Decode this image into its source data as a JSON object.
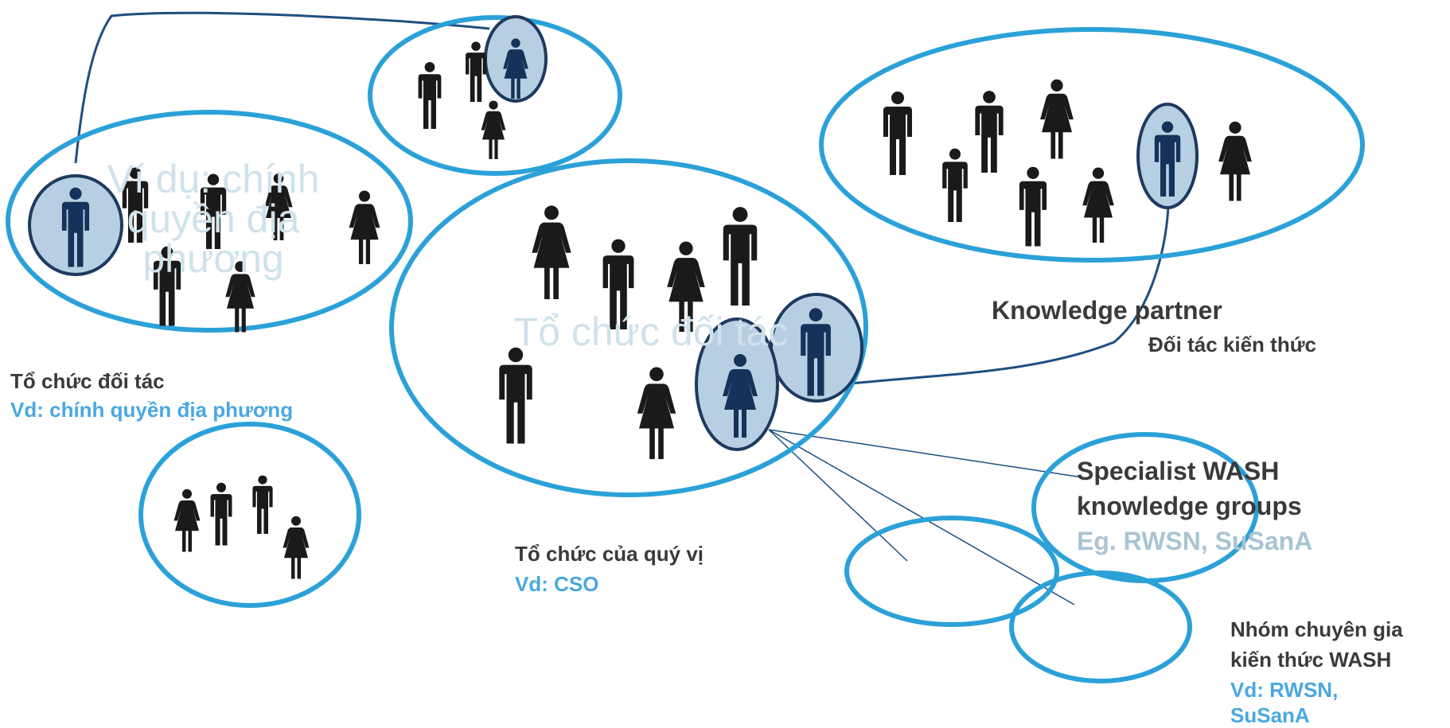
{
  "colors": {
    "ellipse_stroke": "#2ba1d8",
    "highlight_fill": "#b7cfe2",
    "highlight_stroke": "#1e3a5f",
    "connector": "#1e4f80",
    "figure": "#1a1a1a",
    "label_dark": "#3a3a3a",
    "label_blue": "#4aa8e0",
    "label_pale": "#a9c4d4",
    "watermark": "#cfe2ec"
  },
  "icons": {
    "person": "person-icon",
    "male": "man-icon",
    "female": "woman-icon"
  },
  "watermarks": {
    "local_government": "Ví dụ: chính quyền địa phương",
    "partner_org": "Tổ chức đối tác"
  },
  "labels": {
    "partner_org": {
      "title": "Tổ chức đối tác",
      "example": "Vd: chính quyền địa phương"
    },
    "your_org": {
      "title": "Tổ chức của quý vị",
      "example": "Vd: CSO"
    },
    "knowledge_partner": {
      "title_en": "Knowledge partner",
      "title_vi": "Đối tác kiến thức"
    },
    "specialist_groups": {
      "line1": "Specialist WASH",
      "line2": "knowledge groups",
      "example": "Eg. RWSN, SuSanA"
    },
    "specialist_groups_vi": {
      "line1": "Nhóm chuyên gia",
      "line2": "kiến thức WASH",
      "line3": "Vd: RWSN,",
      "line4": "SuSanA"
    }
  }
}
